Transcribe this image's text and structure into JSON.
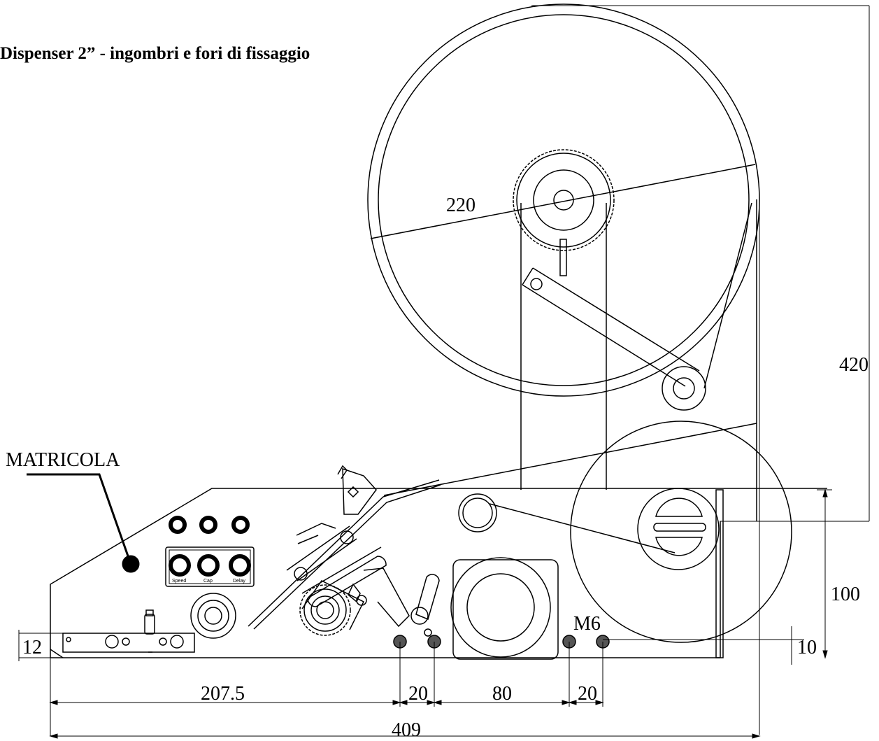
{
  "title": "Dispenser 2” - ingombri e fori di fissaggio",
  "callout": "MATRICOLA",
  "hole_label": "M6",
  "dimensions": {
    "reel_diameter": "220",
    "total_height": "420",
    "body_height": "100",
    "hole_height": "10",
    "left_offset": "12",
    "dist_first_hole": "207.5",
    "hole_pair_left": "20",
    "hole_span": "80",
    "hole_pair_right": "20",
    "total_length": "409"
  },
  "knob_labels": [
    "Speed",
    "Cap",
    "Delay"
  ],
  "colors": {
    "line": "#000000",
    "background": "#ffffff"
  }
}
